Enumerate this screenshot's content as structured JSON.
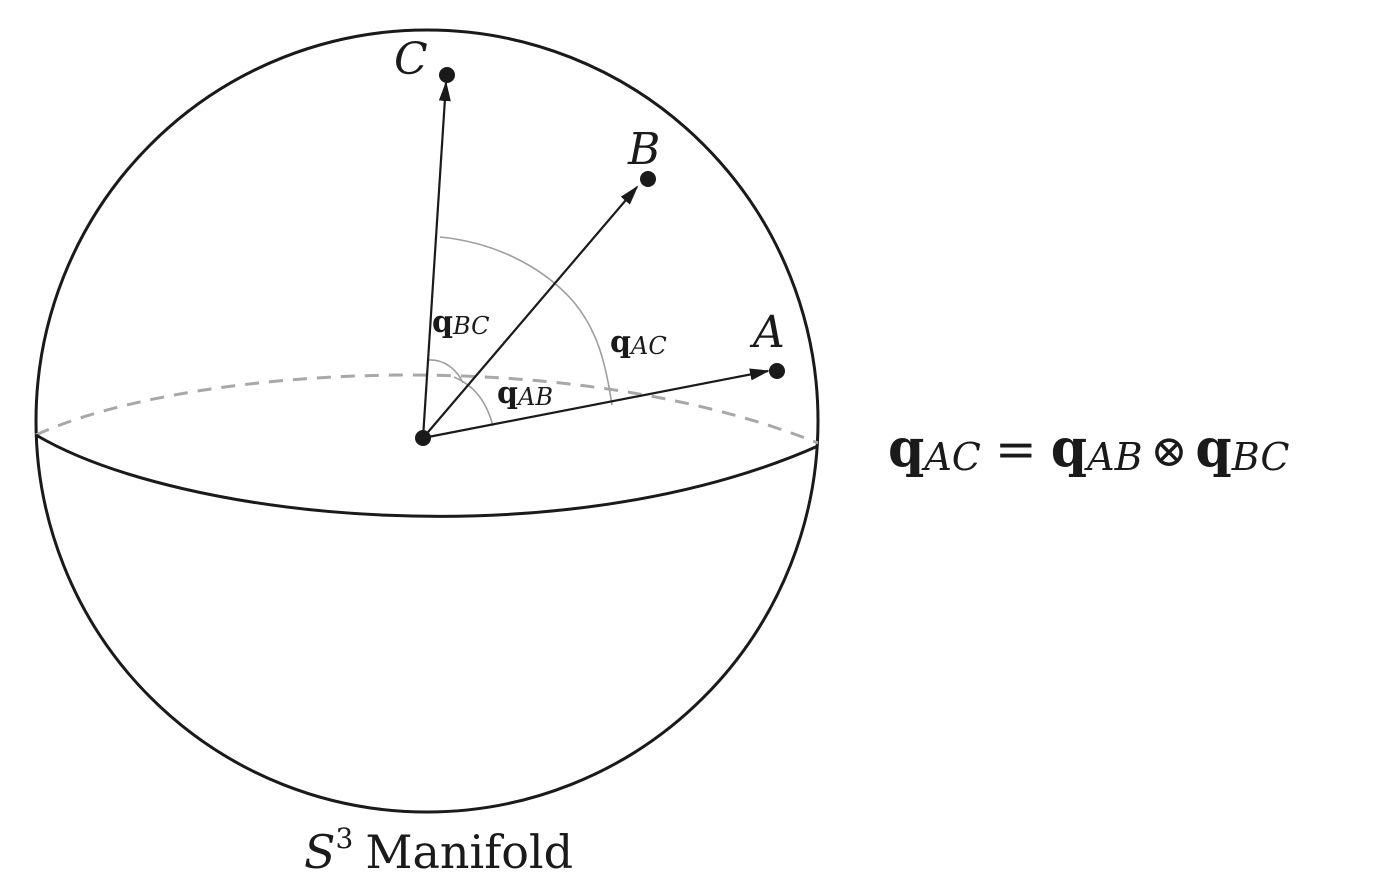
{
  "points": {
    "A": {
      "label": "A"
    },
    "B": {
      "label": "B"
    },
    "C": {
      "label": "C"
    }
  },
  "angle_labels": {
    "ab": {
      "symbol": "q",
      "subscript": "AB"
    },
    "bc": {
      "symbol": "q",
      "subscript": "BC"
    },
    "ac": {
      "symbol": "q",
      "subscript": "AC"
    }
  },
  "equation": {
    "lhs_symbol": "q",
    "lhs_subscript": "AC",
    "equals": "=",
    "term1_symbol": "q",
    "term1_subscript": "AB",
    "operator": "⊗",
    "term2_symbol": "q",
    "term2_subscript": "BC"
  },
  "caption": {
    "base": "S",
    "superscript": "3",
    "text": "Manifold"
  },
  "colors": {
    "ink": "#1a1a1a",
    "arc": "#9e9e9e",
    "equator_hidden": "#a8a8a8"
  }
}
